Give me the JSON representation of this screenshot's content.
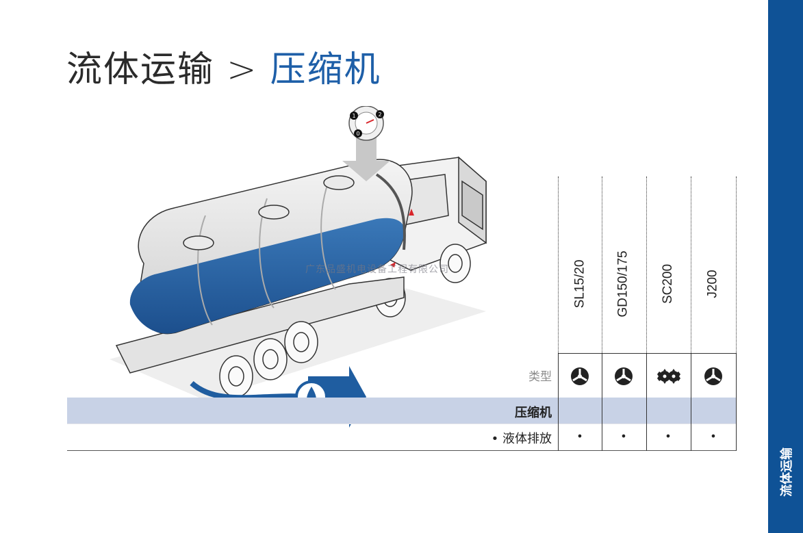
{
  "title": {
    "main": "流体运输",
    "separator": ">",
    "current": "压缩机"
  },
  "sidebar": {
    "label": "流体运输"
  },
  "watermark": "广东品盛机电设备工程有限公司",
  "gauge": {
    "marks": [
      "0",
      "1",
      "2"
    ]
  },
  "table": {
    "models": [
      "SL15/20",
      "GD150/175",
      "SC200",
      "J200"
    ],
    "rows": {
      "type_label": "类型",
      "category": "压缩机",
      "feature": "• 液体排放",
      "feature_marks": [
        "•",
        "•",
        "•",
        "•"
      ]
    },
    "type_icons": [
      "vane-rotor-icon",
      "vane-rotor-icon",
      "screw-rotor-icon",
      "vane-rotor-icon"
    ]
  },
  "colors": {
    "accent": "#1e5fa8",
    "sidebar": "#0f5296",
    "band": "#c8d2e6",
    "liquid": "#1f5da0"
  }
}
